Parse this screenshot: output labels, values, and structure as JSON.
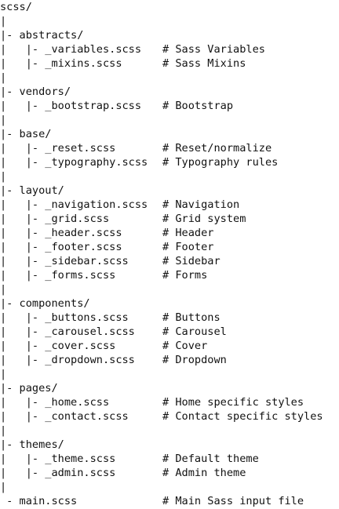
{
  "listing": [
    {
      "kind": "root",
      "text": "scss/",
      "comment": ""
    },
    {
      "kind": "pipe",
      "text": "|",
      "comment": ""
    },
    {
      "kind": "dir",
      "text": "|- abstracts/",
      "comment": ""
    },
    {
      "kind": "file",
      "text": "|   |- _variables.scss",
      "comment": "# Sass Variables"
    },
    {
      "kind": "file",
      "text": "|   |- _mixins.scss",
      "comment": "# Sass Mixins"
    },
    {
      "kind": "pipe",
      "text": "|",
      "comment": ""
    },
    {
      "kind": "dir",
      "text": "|- vendors/",
      "comment": ""
    },
    {
      "kind": "file",
      "text": "|   |- _bootstrap.scss",
      "comment": "# Bootstrap"
    },
    {
      "kind": "pipe",
      "text": "|",
      "comment": ""
    },
    {
      "kind": "dir",
      "text": "|- base/",
      "comment": ""
    },
    {
      "kind": "file",
      "text": "|   |- _reset.scss",
      "comment": "# Reset/normalize"
    },
    {
      "kind": "file",
      "text": "|   |- _typography.scss",
      "comment": "# Typography rules"
    },
    {
      "kind": "pipe",
      "text": "|",
      "comment": ""
    },
    {
      "kind": "dir",
      "text": "|- layout/",
      "comment": ""
    },
    {
      "kind": "file",
      "text": "|   |- _navigation.scss",
      "comment": "# Navigation"
    },
    {
      "kind": "file",
      "text": "|   |- _grid.scss",
      "comment": "# Grid system"
    },
    {
      "kind": "file",
      "text": "|   |- _header.scss",
      "comment": "# Header"
    },
    {
      "kind": "file",
      "text": "|   |- _footer.scss",
      "comment": "# Footer"
    },
    {
      "kind": "file",
      "text": "|   |- _sidebar.scss",
      "comment": "# Sidebar"
    },
    {
      "kind": "file",
      "text": "|   |- _forms.scss",
      "comment": "# Forms"
    },
    {
      "kind": "pipe",
      "text": "|",
      "comment": ""
    },
    {
      "kind": "dir",
      "text": "|- components/",
      "comment": ""
    },
    {
      "kind": "file",
      "text": "|   |- _buttons.scss",
      "comment": "# Buttons"
    },
    {
      "kind": "file",
      "text": "|   |- _carousel.scss",
      "comment": "# Carousel"
    },
    {
      "kind": "file",
      "text": "|   |- _cover.scss",
      "comment": "# Cover"
    },
    {
      "kind": "file",
      "text": "|   |- _dropdown.scss",
      "comment": "# Dropdown"
    },
    {
      "kind": "pipe",
      "text": "|",
      "comment": ""
    },
    {
      "kind": "dir",
      "text": "|- pages/",
      "comment": ""
    },
    {
      "kind": "file",
      "text": "|   |- _home.scss",
      "comment": "# Home specific styles"
    },
    {
      "kind": "file",
      "text": "|   |- _contact.scss",
      "comment": "# Contact specific styles"
    },
    {
      "kind": "pipe",
      "text": "|",
      "comment": ""
    },
    {
      "kind": "dir",
      "text": "|- themes/",
      "comment": ""
    },
    {
      "kind": "file",
      "text": "|   |- _theme.scss",
      "comment": "# Default theme"
    },
    {
      "kind": "file",
      "text": "|   |- _admin.scss",
      "comment": "# Admin theme"
    },
    {
      "kind": "pipe",
      "text": "|",
      "comment": ""
    },
    {
      "kind": "main",
      "text": " - main.scss",
      "comment": "# Main Sass input file"
    }
  ]
}
